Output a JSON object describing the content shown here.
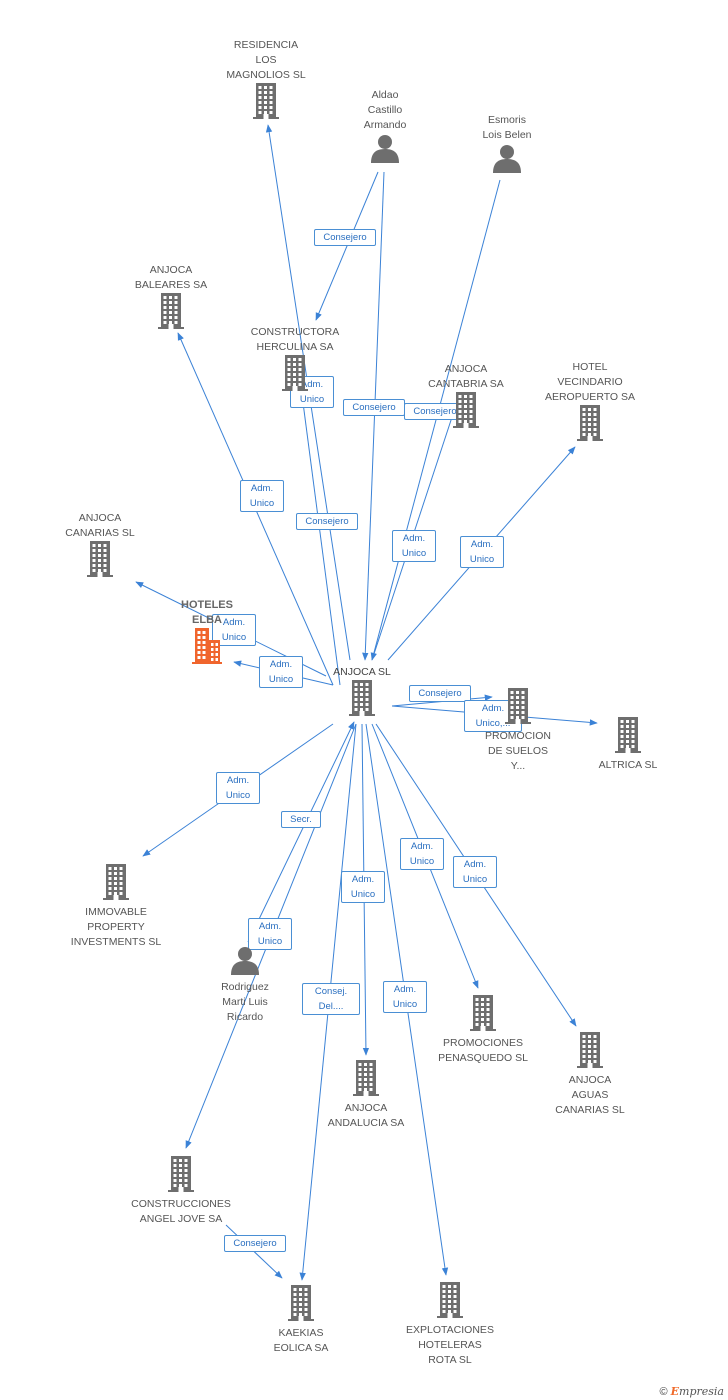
{
  "colors": {
    "edge": "#3b82d6",
    "building": "#6e6e6e",
    "person": "#6e6e6e",
    "focus": "#f0652d",
    "label_border": "#4a8fd4",
    "label_text": "#2a6fc0"
  },
  "brand": {
    "symbol": "©",
    "name_first": "E",
    "name_rest": "mpresia"
  },
  "nodes": [
    {
      "id": "anjoca",
      "label": "ANJOCA SL",
      "type": "building",
      "role": "main"
    },
    {
      "id": "hoteles",
      "label": "HOTELES\nELBA",
      "type": "building",
      "role": "focus"
    },
    {
      "id": "residencia",
      "label": "RESIDENCIA\nLOS\nMAGNOLIOS SL",
      "type": "building"
    },
    {
      "id": "aldao",
      "label": "Aldao\nCastillo\nArmando",
      "type": "person"
    },
    {
      "id": "esmoris",
      "label": "Esmoris\nLois Belen",
      "type": "person"
    },
    {
      "id": "baleares",
      "label": "ANJOCA\nBALEARES SA",
      "type": "building"
    },
    {
      "id": "herculina",
      "label": "CONSTRUCTORA\nHERCULINA SA",
      "type": "building"
    },
    {
      "id": "cantabria",
      "label": "ANJOCA\nCANTABRIA SA",
      "type": "building"
    },
    {
      "id": "vecindario",
      "label": "HOTEL\nVECINDARIO\nAEROPUERTO SA",
      "type": "building"
    },
    {
      "id": "canarias",
      "label": "ANJOCA\nCANARIAS SL",
      "type": "building"
    },
    {
      "id": "promocion",
      "label": "PROMOCION\nDE SUELOS\nY...",
      "type": "building"
    },
    {
      "id": "altrica",
      "label": "ALTRICA SL",
      "type": "building"
    },
    {
      "id": "immovable",
      "label": "IMMOVABLE\nPROPERTY\nINVESTMENTS SL",
      "type": "building"
    },
    {
      "id": "rodriguez",
      "label": "Rodriguez\nMarti Luis\nRicardo",
      "type": "person"
    },
    {
      "id": "penasquedo",
      "label": "PROMOCIONES\nPENASQUEDO SL",
      "type": "building"
    },
    {
      "id": "aguas",
      "label": "ANJOCA\nAGUAS\nCANARIAS SL",
      "type": "building"
    },
    {
      "id": "andalucia",
      "label": "ANJOCA\nANDALUCIA SA",
      "type": "building"
    },
    {
      "id": "angeljove",
      "label": "CONSTRUCCIONES\nANGEL JOVE SA",
      "type": "building"
    },
    {
      "id": "kaekias",
      "label": "KAEKIAS\nEOLICA SA",
      "type": "building"
    },
    {
      "id": "explotaciones",
      "label": "EXPLOTACIONES\nHOTELERAS\nROTA SL",
      "type": "building"
    }
  ],
  "edges": [
    {
      "from": "anjoca",
      "to": "residencia",
      "label": "Adm.\nUnico"
    },
    {
      "from": "aldao",
      "to": "herculina",
      "label": "Consejero"
    },
    {
      "from": "aldao",
      "to": "anjoca",
      "label": "Consejero"
    },
    {
      "from": "esmoris",
      "to": "anjoca",
      "label": "Consejero"
    },
    {
      "from": "anjoca",
      "to": "baleares",
      "label": "Adm.\nUnico"
    },
    {
      "from": "anjoca",
      "to": "herculina",
      "label": "Consejero"
    },
    {
      "from": "anjoca",
      "to": "cantabria",
      "label": "Adm.\nUnico"
    },
    {
      "from": "anjoca",
      "to": "vecindario",
      "label": "Adm.\nUnico"
    },
    {
      "from": "anjoca",
      "to": "canarias",
      "label": "Adm.\nUnico"
    },
    {
      "from": "anjoca",
      "to": "hoteles",
      "label": "Adm.\nUnico"
    },
    {
      "from": "anjoca",
      "to": "promocion",
      "label": "Consejero"
    },
    {
      "from": "anjoca",
      "to": "altrica",
      "label": "Adm.\nUnico,..."
    },
    {
      "from": "anjoca",
      "to": "immovable",
      "label": "Adm.\nUnico"
    },
    {
      "from": "rodriguez",
      "to": "anjoca",
      "label": "Secr."
    },
    {
      "from": "anjoca",
      "to": "angeljove",
      "label": "Adm.\nUnico"
    },
    {
      "from": "anjoca",
      "to": "andalucia",
      "label": "Adm.\nUnico"
    },
    {
      "from": "anjoca",
      "to": "kaekias",
      "label": "Consej.\nDel...."
    },
    {
      "from": "anjoca",
      "to": "explotaciones",
      "label": "Adm.\nUnico"
    },
    {
      "from": "anjoca",
      "to": "penasquedo",
      "label": "Adm.\nUnico"
    },
    {
      "from": "anjoca",
      "to": "aguas",
      "label": "Adm.\nUnico"
    },
    {
      "from": "angeljove",
      "to": "kaekias",
      "label": "Consejero"
    }
  ]
}
